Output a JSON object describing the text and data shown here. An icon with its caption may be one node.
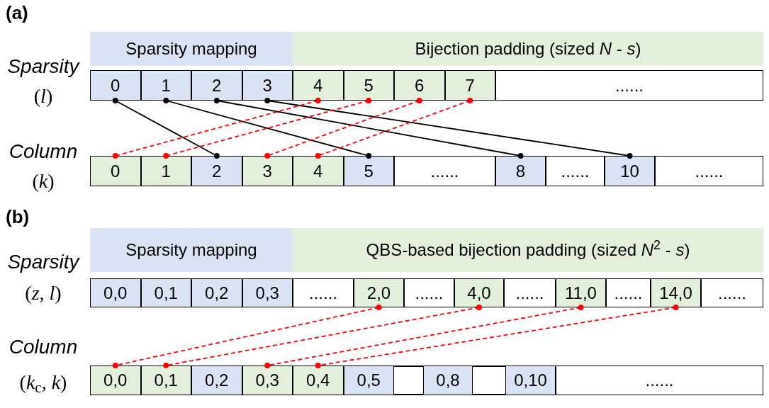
{
  "diagram": {
    "nodes": [
      {
        "text": [
          "Sparsity mapping"
        ]
      },
      {
        "text": [
          "Bijection padding (sized *N* - *s*)"
        ]
      },
      {
        "text": [],
        "shape": "bar"
      },
      {
        "text": [
          "0"
        ],
        "in": 2
      },
      {
        "text": [
          "1"
        ],
        "in": 2
      },
      {
        "text": [
          "2"
        ],
        "in": 2
      },
      {
        "text": [
          "3"
        ],
        "in": 2
      },
      {
        "text": [
          "4"
        ],
        "in": 2
      },
      {
        "text": [
          "5"
        ],
        "in": 2
      },
      {
        "text": [
          "6"
        ],
        "in": 2
      },
      {
        "text": [
          "7"
        ],
        "in": 2
      },
      {
        "text": [
          "......"
        ],
        "in": 2
      },
      {
        "text": [],
        "shape": "bar"
      },
      {
        "text": [
          "0"
        ],
        "in": 12
      },
      {
        "text": [
          "1"
        ],
        "in": 12
      },
      {
        "text": [
          "2"
        ],
        "in": 12
      },
      {
        "text": [
          "3"
        ],
        "in": 12
      },
      {
        "text": [
          "4"
        ],
        "in": 12
      },
      {
        "text": [
          "5"
        ],
        "in": 12
      },
      {
        "text": [
          "......"
        ],
        "in": 12
      },
      {
        "text": [
          "8"
        ],
        "in": 12
      },
      {
        "text": [
          "......"
        ],
        "in": 12
      },
      {
        "text": [
          "10"
        ],
        "in": 12
      },
      {
        "text": [
          "......"
        ],
        "in": 12
      },
      {
        "text": [
          "Sparsity mapping"
        ]
      },
      {
        "text": [
          "QBS-based bijection padding (sized *N*$^{2}$ - *s*)"
        ]
      },
      {
        "text": [],
        "shape": "bar"
      },
      {
        "text": [
          "0,0"
        ],
        "in": 26
      },
      {
        "text": [
          "0,1"
        ],
        "in": 26
      },
      {
        "text": [
          "0,2"
        ],
        "in": 26
      },
      {
        "text": [
          "0,3"
        ],
        "in": 26
      },
      {
        "text": [
          "......"
        ],
        "in": 26
      },
      {
        "text": [
          "2,0"
        ],
        "in": 26
      },
      {
        "text": [
          "......"
        ],
        "in": 26
      },
      {
        "text": [
          "4,0"
        ],
        "in": 26
      },
      {
        "text": [
          "......"
        ],
        "in": 26
      },
      {
        "text": [
          "11,0"
        ],
        "in": 26
      },
      {
        "text": [
          "......"
        ],
        "in": 26
      },
      {
        "text": [
          "14,0"
        ],
        "in": 26
      },
      {
        "text": [
          "......"
        ],
        "in": 26
      },
      {
        "text": [],
        "shape": "bar"
      },
      {
        "text": [
          "0,0"
        ],
        "in": 40
      },
      {
        "text": [
          "0,1"
        ],
        "in": 40
      },
      {
        "text": [
          "0,2"
        ],
        "in": 40
      },
      {
        "text": [
          "0,3"
        ],
        "in": 40
      },
      {
        "text": [
          "0,4"
        ],
        "in": 40
      },
      {
        "text": [
          "0,5"
        ],
        "in": 40
      },
      {
        "text": [
          "0,8"
        ],
        "in": 40
      },
      {
        "text": [
          "0,10"
        ],
        "in": 40
      },
      {
        "text": [
          "......"
        ],
        "in": 40
      }
    ],
    "edges": [
      {
        "from": 3,
        "to": 15,
        "arrow": "other",
        "color": "#000000"
      },
      {
        "from": 4,
        "to": 18,
        "arrow": "other",
        "color": "#000000"
      },
      {
        "from": 5,
        "to": 20,
        "arrow": "other",
        "color": "#000000"
      },
      {
        "from": 6,
        "to": 22,
        "arrow": "other",
        "color": "#000000"
      },
      {
        "from": 7,
        "to": 13,
        "arrow": "other",
        "style": "dashed"
      },
      {
        "from": 8,
        "to": 14,
        "arrow": "other",
        "style": "dashed"
      },
      {
        "from": 9,
        "to": 16,
        "arrow": "other",
        "style": "dashed"
      },
      {
        "from": 10,
        "to": 17,
        "arrow": "other",
        "style": "dashed"
      },
      {
        "from": 32,
        "to": 41,
        "arrow": "other",
        "style": "dashed"
      },
      {
        "from": 34,
        "to": 42,
        "arrow": "other",
        "style": "dashed"
      },
      {
        "from": 36,
        "to": 44,
        "arrow": "other",
        "style": "dashed"
      },
      {
        "from": 38,
        "to": 45,
        "arrow": "other",
        "style": "dashed"
      }
    ],
    "labels": [
      "(a)",
      "Sparsity",
      "(*l*)",
      "Column",
      "(*k*)",
      "(b)",
      "Sparsity",
      "(*z*, *l*)",
      "Column",
      "(*k*$_{c}$, *k*)"
    ]
  }
}
